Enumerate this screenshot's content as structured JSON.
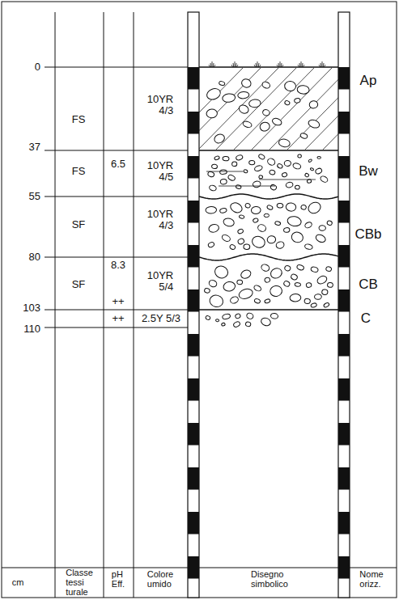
{
  "diagram": {
    "labels": [
      "0",
      "37",
      "55",
      "80",
      "103",
      "110",
      "FS",
      "10YR 4/3",
      "Ap",
      "FS",
      "6.5",
      "10YR 4/5",
      "Bw",
      "SF",
      "10YR 4/3",
      "CBb",
      "SF",
      "8.3",
      "10YR 5/4",
      "CB",
      "++",
      "++",
      "2.5Y 5/3",
      "C",
      "cm",
      "Classe tessi turale",
      "pH Eff.",
      "Colore umido",
      "Disegno simbolico",
      "Nome orizz."
    ]
  }
}
